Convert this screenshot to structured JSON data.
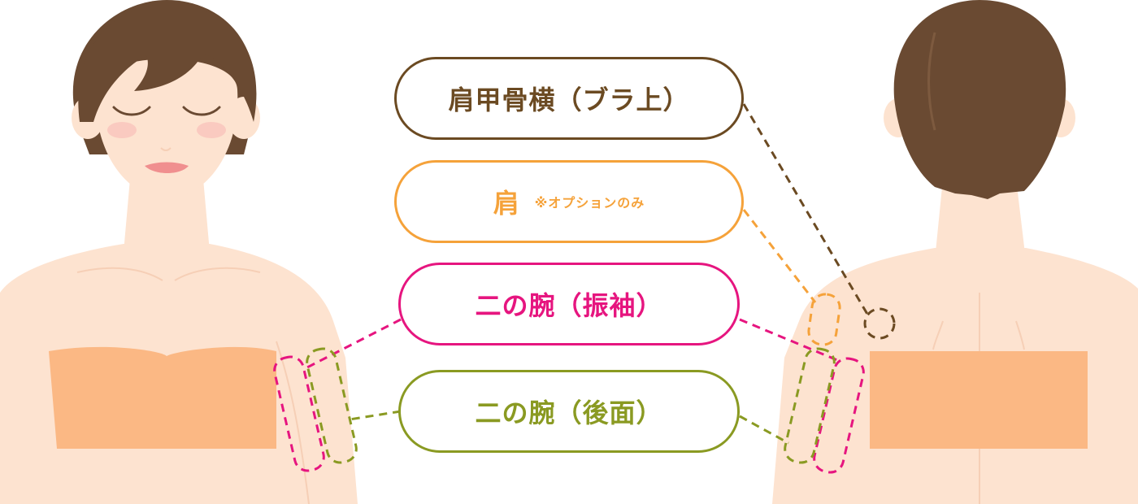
{
  "colors": {
    "skin": "#fde3d0",
    "skin_shade": "#f6cfb6",
    "hair": "#6a4a32",
    "hair_light": "#8a6548",
    "tube_top": "#fbb884",
    "cheek": "#f7b7b3",
    "lips": "#f08f8f",
    "brown": "#6b4a22",
    "orange": "#f5a23a",
    "magenta": "#e6157f",
    "olive": "#8a9a22"
  },
  "labels": [
    {
      "id": "scapula-side",
      "text": "肩甲骨横（ブラ上）",
      "note": "",
      "color": "#6b4a22"
    },
    {
      "id": "shoulder",
      "text": "肩",
      "note": "※オプションのみ",
      "color": "#f5a23a"
    },
    {
      "id": "upper-arm-sleeve",
      "text": "二の腕（振袖）",
      "note": "",
      "color": "#e6157f"
    },
    {
      "id": "upper-arm-back",
      "text": "二の腕（後面）",
      "note": "",
      "color": "#8a9a22"
    }
  ]
}
